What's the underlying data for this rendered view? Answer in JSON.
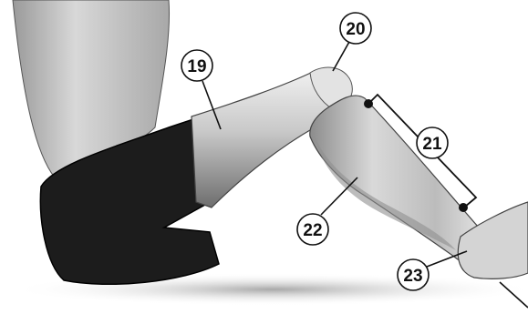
{
  "callouts": [
    {
      "id": "c19",
      "label": "19"
    },
    {
      "id": "c20",
      "label": "20"
    },
    {
      "id": "c21",
      "label": "21"
    },
    {
      "id": "c22",
      "label": "22"
    },
    {
      "id": "c23",
      "label": "23"
    }
  ],
  "colors": {
    "ink": "#111111",
    "shorts": "#1c1c1c",
    "skin_light": "#e6e6e6",
    "skin_mid": "#b5b5b5",
    "skin_dark": "#7a7a7a",
    "floor_shadow": "#bdbdbd"
  }
}
